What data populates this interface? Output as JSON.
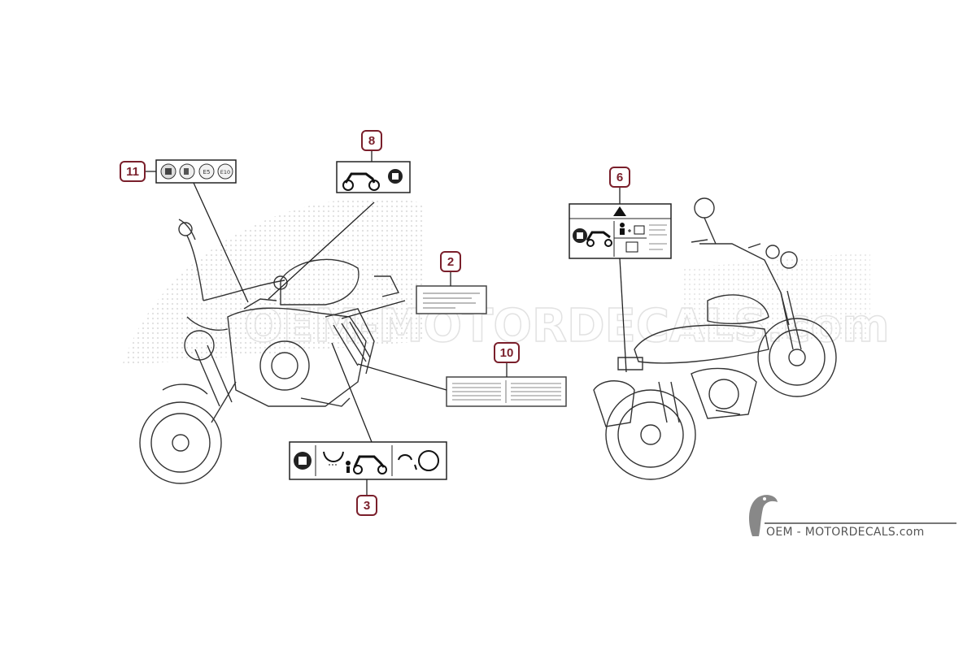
{
  "callouts": {
    "c2": "2",
    "c3": "3",
    "c6": "6",
    "c8": "8",
    "c10": "10",
    "c11": "11"
  },
  "label11": {
    "badges": [
      "E5",
      "E10"
    ]
  },
  "watermark": {
    "text": "OEM-MOTORDECALS.com"
  },
  "brand": {
    "text": "OEM - MOTORDECALS.com"
  },
  "colors": {
    "callout": "#7a1f2b",
    "line": "#333333",
    "watermark": "#e4e4e4"
  }
}
